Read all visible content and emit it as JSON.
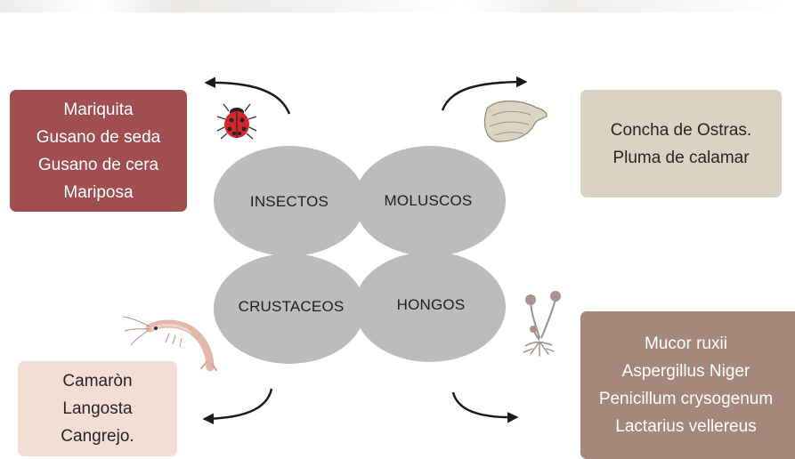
{
  "groups": {
    "insectos": {
      "label": "INSECTOS",
      "examples": [
        "Mariquita",
        "Gusano de seda",
        "Gusano de cera",
        "Mariposa"
      ],
      "color": "#a14e50"
    },
    "moluscos": {
      "label": "MOLUSCOS",
      "examples": [
        "Concha de Ostras.",
        "Pluma de calamar"
      ],
      "color": "#dad3c2"
    },
    "crustaceos": {
      "label": "CRUSTACEOS",
      "examples": [
        "Camaròn",
        "Langosta",
        "Cangrejo."
      ],
      "color": "#f2ded3"
    },
    "hongos": {
      "label": "HONGOS",
      "examples": [
        "Mucor ruxii",
        "Aspergillus Niger",
        "Penicillum crysogenum",
        "Lactarius vellereus"
      ],
      "color": "#a6887b"
    }
  },
  "colors": {
    "ellipse": "#bcbcbc",
    "arrow": "#1a1a1a"
  },
  "icons": [
    "ladybug-icon",
    "oyster-shell-icon",
    "shrimp-icon",
    "mold-fungus-icon"
  ]
}
